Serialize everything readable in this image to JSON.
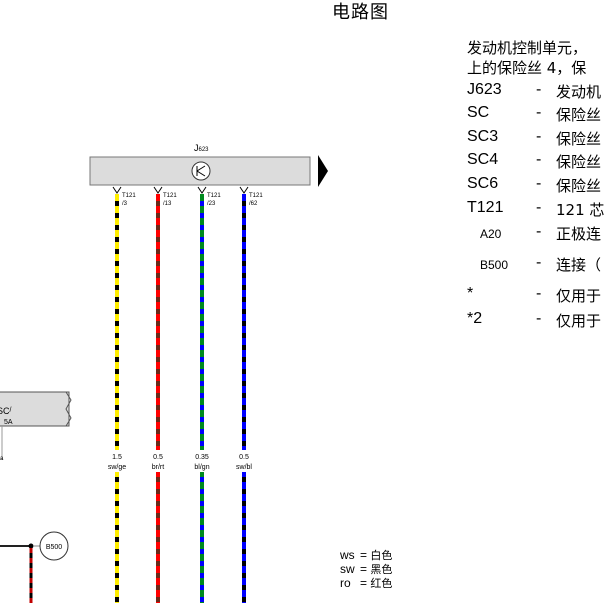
{
  "title": "电路图",
  "legend": {
    "heading": [
      "发动机控制单元，",
      "上的保险丝 4，保"
    ],
    "heading_bold_num": "4",
    "items": [
      {
        "code": "J623",
        "desc": "发动机"
      },
      {
        "code": "SC",
        "desc": "保险丝"
      },
      {
        "code": "SC3",
        "desc": "保险丝"
      },
      {
        "code": "SC4",
        "desc": "保险丝"
      },
      {
        "code": "SC6",
        "desc": "保险丝"
      },
      {
        "code": "T121",
        "desc": "121 芯"
      },
      {
        "code": "A20",
        "desc": "正极连"
      },
      {
        "code": "B500",
        "desc": "连接（"
      },
      {
        "code": "*",
        "desc": "仅用于"
      },
      {
        "code": "*2",
        "desc": "仅用于"
      }
    ]
  },
  "diagram": {
    "component_label": "J623",
    "component_sub": "623",
    "fuse_label": "SC",
    "fuse_sub": "5A",
    "connector_label": "B500",
    "wires": [
      {
        "pin": "T121",
        "pin_no": "/3",
        "gauge": "1.5",
        "color_code": "sw/ge",
        "colors": [
          "#000000",
          "#ffee00"
        ]
      },
      {
        "pin": "T121",
        "pin_no": "/13",
        "gauge": "0.5",
        "color_code": "br/rt",
        "colors": [
          "#6b2a1a",
          "#ff0000"
        ]
      },
      {
        "pin": "T121",
        "pin_no": "/23",
        "gauge": "0.35",
        "color_code": "bl/gn",
        "colors": [
          "#0000ff",
          "#008a1e"
        ]
      },
      {
        "pin": "T121",
        "pin_no": "/62",
        "gauge": "0.5",
        "color_code": "sw/bl",
        "colors": [
          "#000000",
          "#0000ff"
        ]
      }
    ]
  },
  "color_key": [
    {
      "abbr": "ws",
      "eq": "=",
      "name": "白色"
    },
    {
      "abbr": "sw",
      "eq": "=",
      "name": "黑色"
    },
    {
      "abbr": "ro",
      "eq": "=",
      "name": "红色"
    }
  ]
}
